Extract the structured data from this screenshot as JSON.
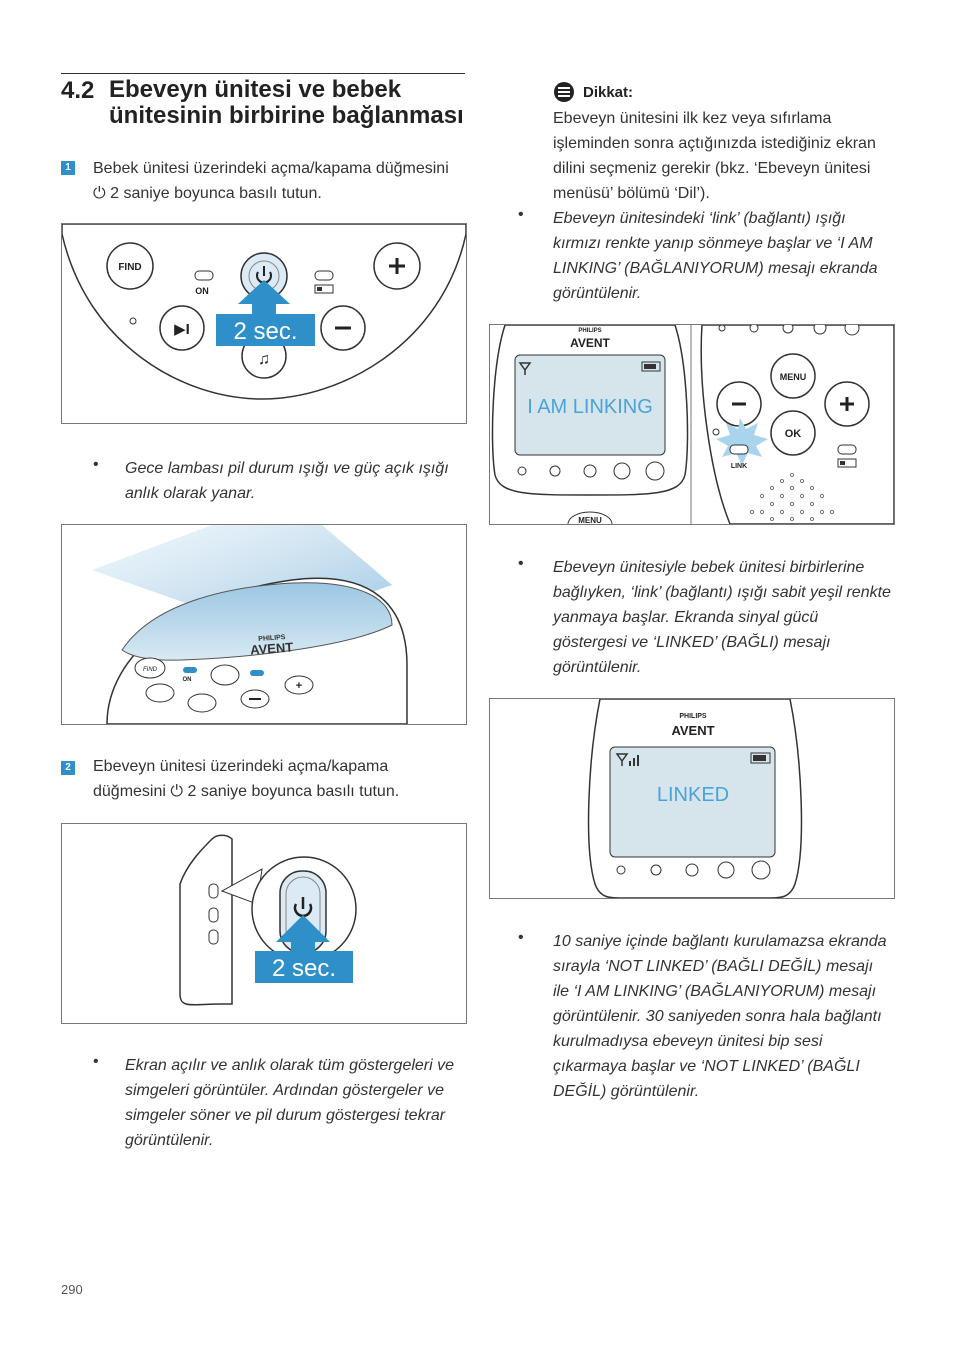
{
  "section": {
    "number": "4.2",
    "title": "Ebeveyn ünitesi ve bebek ünitesinin birbirine bağlanması"
  },
  "left": {
    "step1": {
      "badge": "1",
      "text": "Bebek ünitesi üzerindeki açma/kapama düğmesini ⏻ 2 saniye boyunca basılı tutun."
    },
    "fig1": {
      "find": "FIND",
      "on": "ON",
      "play": "▶I",
      "sec": "2 sec."
    },
    "bullet1": "Gece lambası pil durum ışığı ve güç açık ışığı anlık olarak yanar.",
    "fig2": {
      "brand1": "PHILIPS",
      "brand2": "AVENT",
      "find": "FIND",
      "on": "ON"
    },
    "step2": {
      "badge": "2",
      "text": "Ebeveyn ünitesi üzerindeki açma/kapama düğmesini ⏻ 2 saniye boyunca basılı tutun."
    },
    "fig3": {
      "sec": "2 sec."
    },
    "bullet2": "Ekran açılır ve anlık olarak tüm göstergeleri ve simgeleri görüntüler. Ardından göstergeler ve simgeler söner ve pil durum göstergesi tekrar görüntülenir."
  },
  "right": {
    "note": {
      "title": "Dikkat:",
      "text": "Ebeveyn ünitesini ilk kez veya sıfırlama işleminden sonra açtığınızda istediğiniz ekran dilini seçmeniz gerekir (bkz. ‘Ebeveyn ünitesi menüsü’ bölümü ‘Dil’)."
    },
    "bullet1": "Ebeveyn ünitesindeki ‘link’ (bağlantı) ışığı kırmızı renkte yanıp sönmeye başlar ve ‘I AM LINKING’ (BAĞLANIYORUM) mesajı ekranda görüntülenir.",
    "fig4": {
      "brand1": "PHILIPS",
      "brand2": "AVENT",
      "display": "I AM LINKING",
      "menu": "MENU",
      "ok": "OK",
      "link": "LINK"
    },
    "bullet2": "Ebeveyn ünitesiyle bebek ünitesi birbirlerine bağlıyken, ‘link’ (bağlantı) ışığı sabit yeşil renkte yanmaya başlar. Ekranda sinyal gücü göstergesi ve ‘LINKED’ (BAĞLI) mesajı görüntülenir.",
    "fig5": {
      "brand1": "PHILIPS",
      "brand2": "AVENT",
      "display": "LINKED"
    },
    "bullet3": "10 saniye içinde bağlantı kurulamazsa ekranda sırayla ‘NOT LINKED’ (BAĞLI DEĞİL) mesajı ile ‘I AM LINKING’ (BAĞLANIYORUM) mesajı görüntülenir. 30 saniyeden sonra hala bağlantı kurulmadıysa ebeveyn ünitesi bip sesi çıkarmaya başlar ve ‘NOT LINKED’ (BAĞLI DEĞİL) görüntülenir."
  },
  "page_number": "290",
  "colors": {
    "accent_blue": "#2e8fc9",
    "lcd_bg": "#d6e4ec",
    "lcd_text": "#4aa3d8",
    "starburst": "#a8d4ee"
  }
}
